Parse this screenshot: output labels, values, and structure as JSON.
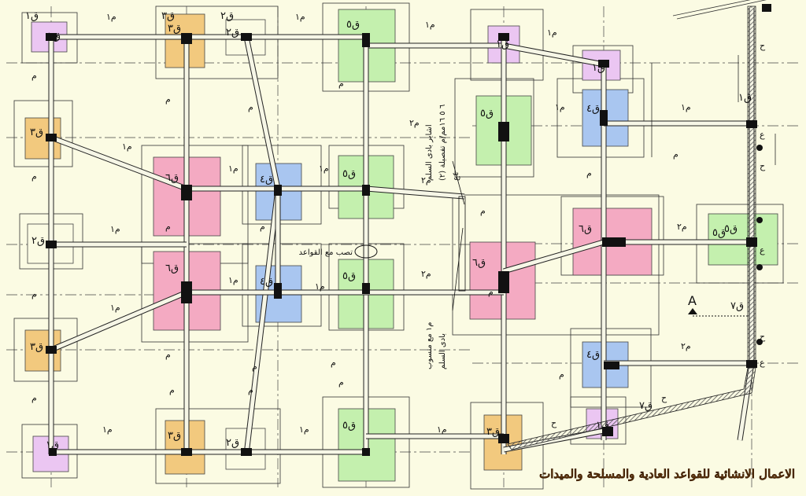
{
  "title": "الاعمال الانشائية للقواعد العادية والمسلحة والميدات",
  "colors": {
    "background": "#fbfbe3",
    "footing_q1": "#ebc6f2",
    "footing_q2": "#fbfbe3",
    "footing_q3": "#f2c97e",
    "footing_q4": "#a9c6f0",
    "footing_q5": "#c4f0ae",
    "footing_q6": "#f4aac2",
    "column": "#111111",
    "beam_fill": "#f6f6e6",
    "hatch": "#555555",
    "grid": "#444444",
    "title_fill": "#8a4a12"
  },
  "footing_labels": {
    "q1": "ق١",
    "q2": "ق٢",
    "q3": "ق٣",
    "q4": "ق٤",
    "q5": "ق٥",
    "q6": "ق٦",
    "q7": "ق٧"
  },
  "beam_labels": {
    "m1": "م١",
    "m2": "م٢",
    "m": "م",
    "h": "ح",
    "d": "ع"
  },
  "notes": {
    "stair_beam_1": "اشاير بادى السلم",
    "stair_beam_2": "٦ ٥ ١٦مم/م تفصيلة (٢)",
    "stair_beam_3": "٤ع",
    "beam_level_1": "م١ مع منسوب",
    "beam_level_2": "بادى السلم",
    "pour_note": "تصب مع القواعد",
    "section_mark": "A"
  }
}
